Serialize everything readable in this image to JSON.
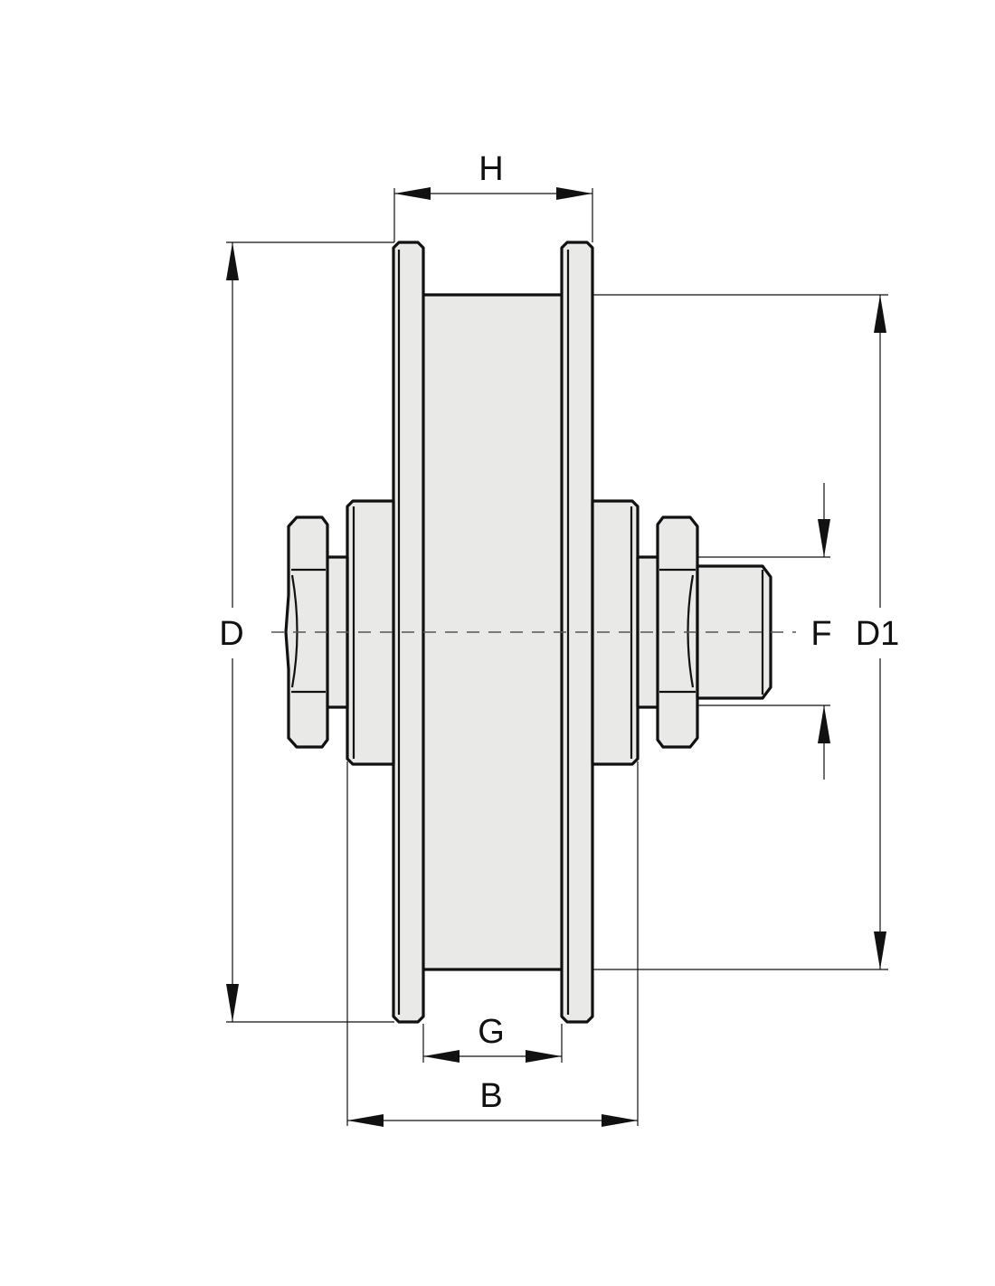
{
  "diagram": {
    "labels": {
      "H": "H",
      "D": "D",
      "D1": "D1",
      "F": "F",
      "G": "G",
      "B": "B"
    },
    "colors": {
      "line": "#111111",
      "fill": "#e9eae8",
      "background": "#ffffff"
    }
  }
}
